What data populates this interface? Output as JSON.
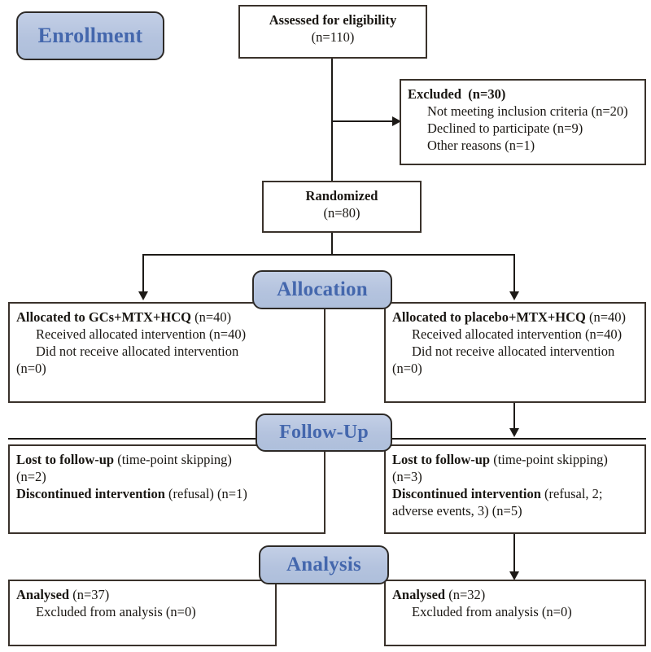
{
  "figure": {
    "type": "consort-flow-diagram",
    "colors": {
      "badge_fill": "#b4c3de",
      "badge_text": "#4467ad",
      "box_border": "#3a322b",
      "connector": "#1d1a17",
      "background": "#ffffff"
    }
  },
  "stages": {
    "enrollment": "Enrollment",
    "allocation": "Allocation",
    "followup": "Follow-Up",
    "analysis": "Analysis"
  },
  "nodes": {
    "assessed": {
      "title": "Assessed for eligibility",
      "count": "(n=110)"
    },
    "excluded": {
      "title": "Excluded",
      "count": "(n=30)",
      "reasons": [
        "Not meeting inclusion criteria (n=20)",
        "Declined to participate (n=9)",
        "Other reasons (n=1)"
      ]
    },
    "randomized": {
      "title": "Randomized",
      "count": "(n=80)"
    },
    "alloc_left": {
      "title": "Allocated to GCs+MTX+HCQ",
      "count": "(n=40)",
      "line_received": "Received allocated intervention (n=40)",
      "line_not_received": "Did not receive allocated intervention",
      "line_not_received_count": "(n=0)"
    },
    "alloc_right": {
      "title": "Allocated to placebo+MTX+HCQ",
      "count": "(n=40)",
      "line_received": "Received allocated intervention (n=40)",
      "line_not_received": "Did not receive allocated intervention",
      "line_not_received_count": "(n=0)"
    },
    "followup_left": {
      "lost_label": "Lost to follow-up",
      "lost_detail": "(time-point skipping)",
      "lost_count": "(n=2)",
      "disc_label": "Discontinued intervention",
      "disc_detail": "(refusal) (n=1)"
    },
    "followup_right": {
      "lost_label": "Lost to follow-up",
      "lost_detail": "(time-point skipping)",
      "lost_count": "(n=3)",
      "disc_label": "Discontinued intervention",
      "disc_detail": "(refusal, 2;",
      "disc_detail2": "adverse events, 3) (n=5)"
    },
    "analysis_left": {
      "title": "Analysed",
      "count": "(n=37)",
      "excluded_line": "Excluded from analysis (n=0)"
    },
    "analysis_right": {
      "title": "Analysed",
      "count": "(n=32)",
      "excluded_line": "Excluded from analysis (n=0)"
    }
  }
}
